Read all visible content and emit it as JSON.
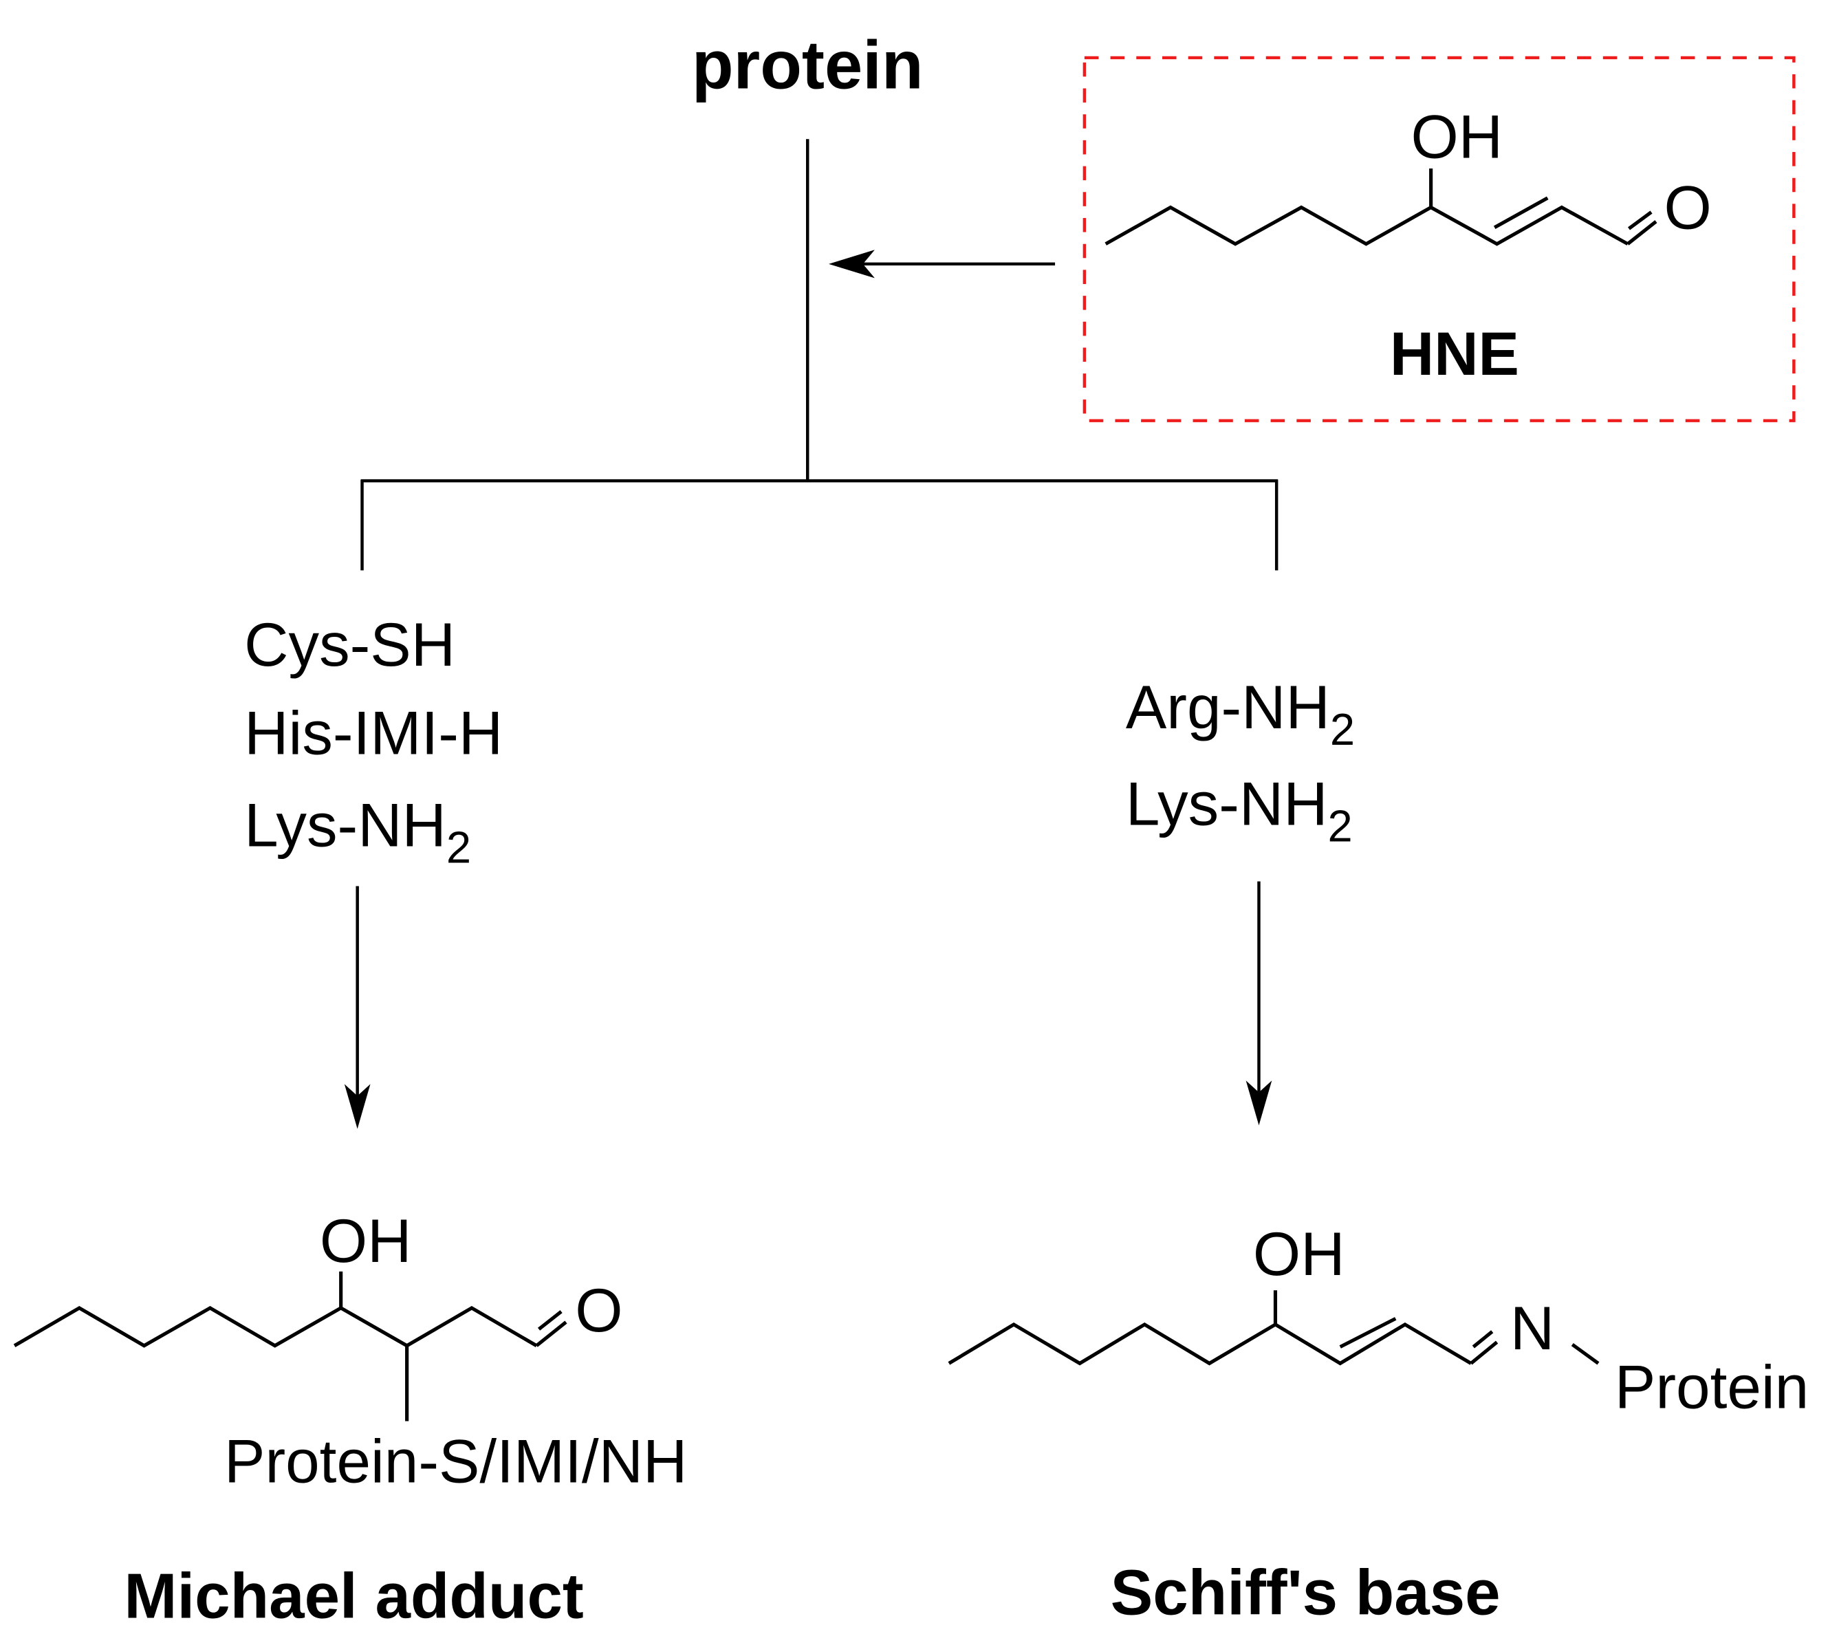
{
  "title": "protein",
  "reagent": {
    "name": "HNE",
    "oh_label": "OH",
    "o_label": "O",
    "box_color": "#ee1c1c"
  },
  "left_branch": {
    "residues": [
      "Cys-SH",
      "His-IMI-H",
      "Lys-NH"
    ],
    "lys_subscript": "2",
    "product": {
      "oh_label": "OH",
      "o_label": "O",
      "substituent": "Protein-S/IMI/NH",
      "name": "Michael adduct"
    }
  },
  "right_branch": {
    "residues": [
      "Arg-NH",
      "Lys-NH"
    ],
    "subscript": "2",
    "product": {
      "oh_label": "OH",
      "n_label": "N",
      "substituent": "Protein",
      "name": "Schiff's base"
    }
  }
}
